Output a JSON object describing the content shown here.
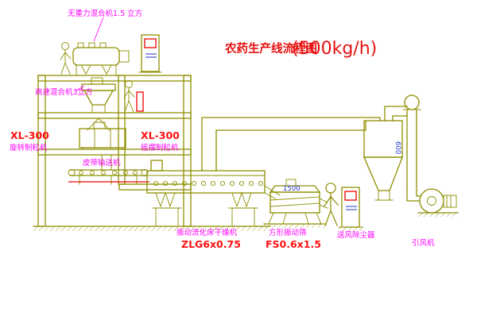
{
  "title": {
    "name": "农药生产线流程图",
    "capacity": "(500kg/h)"
  },
  "equipment_labels": {
    "gravity_mixer": "无重力混合机1.5 立方",
    "high_speed_mixer": "高速混合机3立方",
    "granulator_left_model": "XL-300",
    "granulator_left_name": "旋转制粒机",
    "granulator_right_model": "XL-300",
    "granulator_right_name": "摇摆制粒机",
    "belt_conveyor": "皮带输送机",
    "dryer_name": "振动流化床干燥机",
    "dryer_model": "ZLG6x0.75",
    "screen_name": "方形振动筛",
    "screen_model": "FS0.6x1.5",
    "dust_collector": "送风除尘器",
    "induced_draft_fan": "引风机"
  },
  "dimension_texts": {
    "screen_width": "1500",
    "cyclone_diameter": "600"
  },
  "colors": {
    "drawing_line": "#8e8e00",
    "label_text": "#ff00ff",
    "model_text": "#ff1111",
    "dimension_text": "#2233cc",
    "accent_red": "#f00000",
    "background": "#ffffff"
  }
}
